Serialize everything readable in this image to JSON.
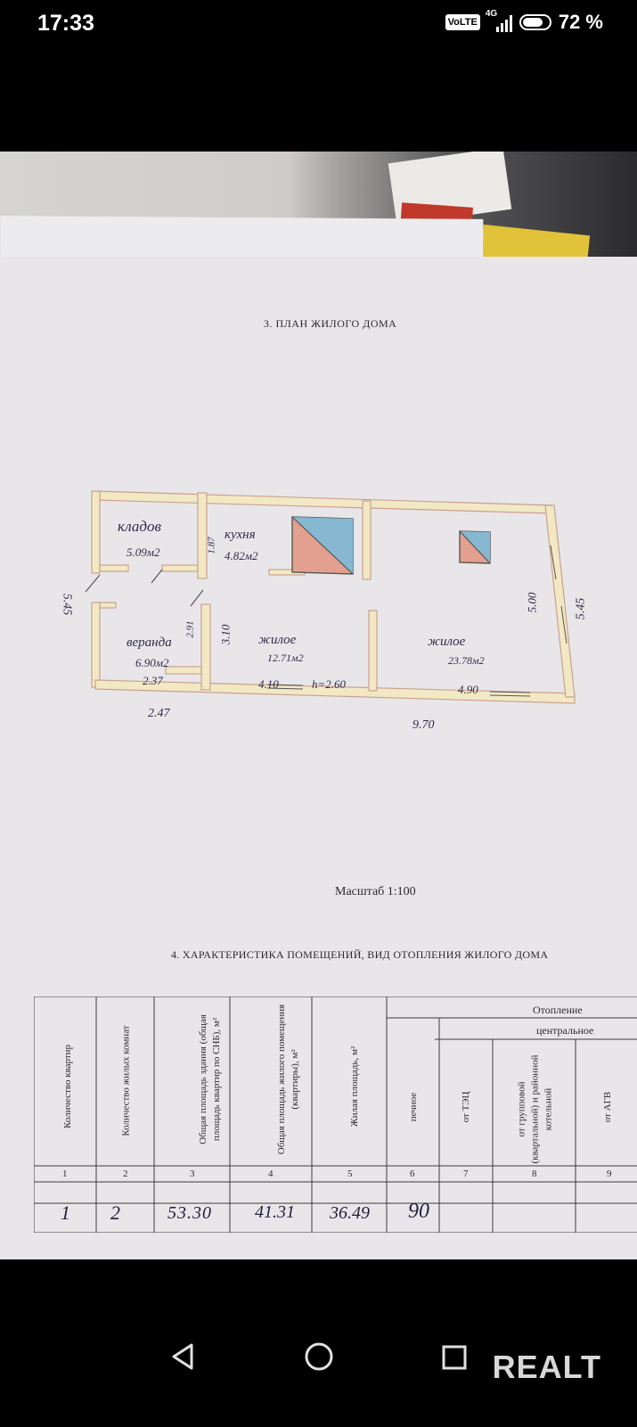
{
  "status_bar": {
    "time": "17:33",
    "network_badge": "VoLTE",
    "network_type": "4G",
    "battery_percent": "72 %"
  },
  "document": {
    "section3_title": "3. ПЛАН ЖИЛОГО ДОМА",
    "scale": "Масштаб 1:100",
    "section4_title": "4. ХАРАКТЕРИСТИКА ПОМЕЩЕНИЙ, ВИД ОТОПЛЕНИЯ ЖИЛОГО ДОМА",
    "plan": {
      "rooms": [
        {
          "name": "кладов",
          "area": "5.09м2"
        },
        {
          "name": "кухня",
          "area": "4.82м2"
        },
        {
          "name": "веранда",
          "area": "6.90м2"
        },
        {
          "name": "жилое",
          "area": "12.71м2"
        },
        {
          "name": "жилое",
          "area": "23.78м2"
        }
      ],
      "dimensions": {
        "left_height": "5.45",
        "right_height": "5.45",
        "right_inner": "5.00",
        "kitchen_inner": "1.87",
        "veranda_inner": "2.91",
        "room_inner": "3.10",
        "veranda_width": "2.37",
        "veranda_outer": "2.47",
        "room1_width": "4.10",
        "ceiling_height": "h=2.60",
        "room2_width": "4.90",
        "total_width": "9.70"
      }
    },
    "table": {
      "heating_header": "Отопление",
      "central_header": "центральное",
      "headers": [
        "Количество квартир",
        "Количество жилых комнат",
        "Общая площадь здания (общая площадь квартир по СНБ), м²",
        "Общая площадь жилого помещения (квартиры), м²",
        "Жилая площадь, м²",
        "печное",
        "от ТЭЦ",
        "от групповой (квартальной) и районной котельной",
        "от АГВ"
      ],
      "numbers": [
        "1",
        "2",
        "3",
        "4",
        "5",
        "6",
        "7",
        "8",
        "9"
      ],
      "values": [
        "1",
        "2",
        "53.30",
        "41.31",
        "36.49",
        "90",
        "",
        "",
        ""
      ]
    }
  },
  "navigation": {
    "watermark": "REALT"
  },
  "colors": {
    "paper": "#e9e6ea",
    "pencil": "#2c2c48",
    "wall_fill": "#f2e9c4",
    "wall_stroke": "#c9a090",
    "hatch_blue": "#86b8d2",
    "hatch_red": "#e3a08e"
  }
}
